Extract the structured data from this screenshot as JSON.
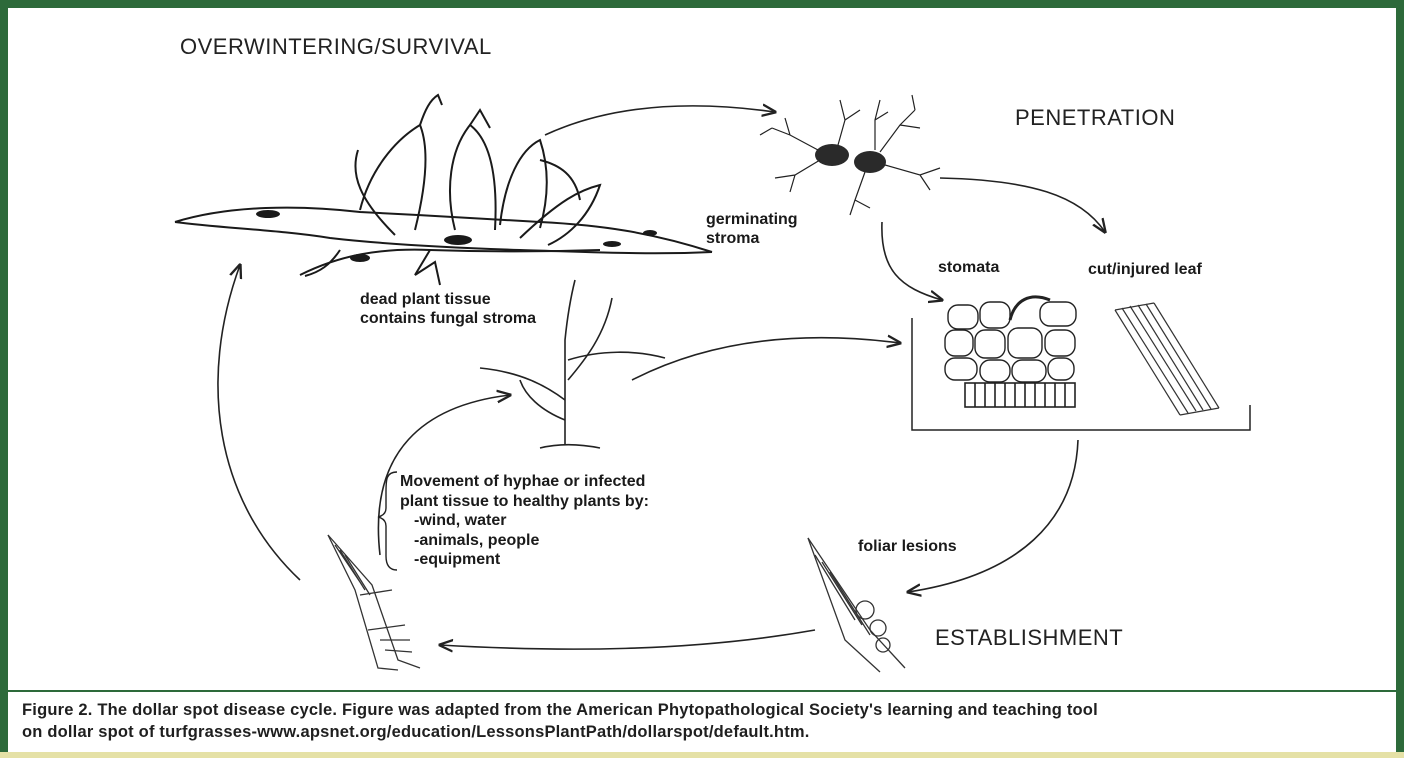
{
  "stages": {
    "overwintering": "OVERWINTERING/SURVIVAL",
    "penetration": "PENETRATION",
    "establishment": "ESTABLISHMENT"
  },
  "labels": {
    "germinating": [
      "germinating",
      "stroma"
    ],
    "dead_tissue": [
      "dead plant tissue",
      "contains fungal stroma"
    ],
    "stomata": "stomata",
    "cut_leaf": "cut/injured leaf",
    "foliar_lesions": "foliar lesions",
    "movement": [
      "Movement of hyphae or infected",
      "plant tissue to healthy plants by:",
      "-wind, water",
      "-animals, people",
      "-equipment"
    ]
  },
  "caption": [
    "Figure 2. The dollar spot disease cycle. Figure was adapted from the American Phytopathological Society's learning and teaching tool",
    "on dollar spot of turfgrasses-www.apsnet.org/education/LessonsPlantPath/dollarspot/default.htm."
  ],
  "colors": {
    "frame": "#2d6a3a",
    "ink": "#1a1a1a",
    "band": "#e5e1a6"
  }
}
